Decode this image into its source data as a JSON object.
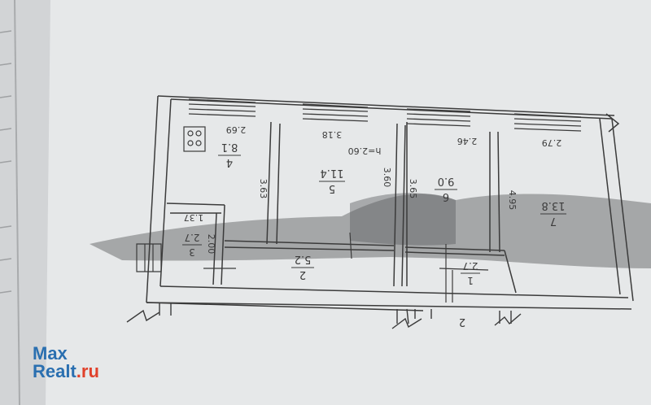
{
  "rooms": [
    {
      "number": "4",
      "area": "8.1"
    },
    {
      "number": "5",
      "area": "11.4"
    },
    {
      "number": "6",
      "area": "9.0"
    },
    {
      "number": "7",
      "area": "13.8"
    },
    {
      "number": "3",
      "area": "2.7"
    },
    {
      "number": "2",
      "area": "5.2"
    },
    {
      "number": "1",
      "area": "2.7"
    }
  ],
  "dimensions": {
    "room4_width": "2.69",
    "room4_depth": "3.63",
    "room5_width": "3.18",
    "ceiling_height": "h=2.60",
    "room5_depth": "3.60",
    "room6_width": "2.46",
    "room6_depth": "3.65",
    "room7_width": "2.79",
    "room7_depth": "4.95",
    "room3_width": "1.37",
    "room3_depth": "2.00"
  },
  "corridor_label": "2",
  "watermark": {
    "line1": "Max",
    "line2_a": "Realt",
    "line2_b": ".ru"
  },
  "colors": {
    "paper": "#e6e8e9",
    "ink": "#3b3b3b",
    "background": "#c9cbcd",
    "shadow": "#6f7173",
    "brand_blue": "#2a6fb0",
    "brand_red": "#e0412b"
  }
}
